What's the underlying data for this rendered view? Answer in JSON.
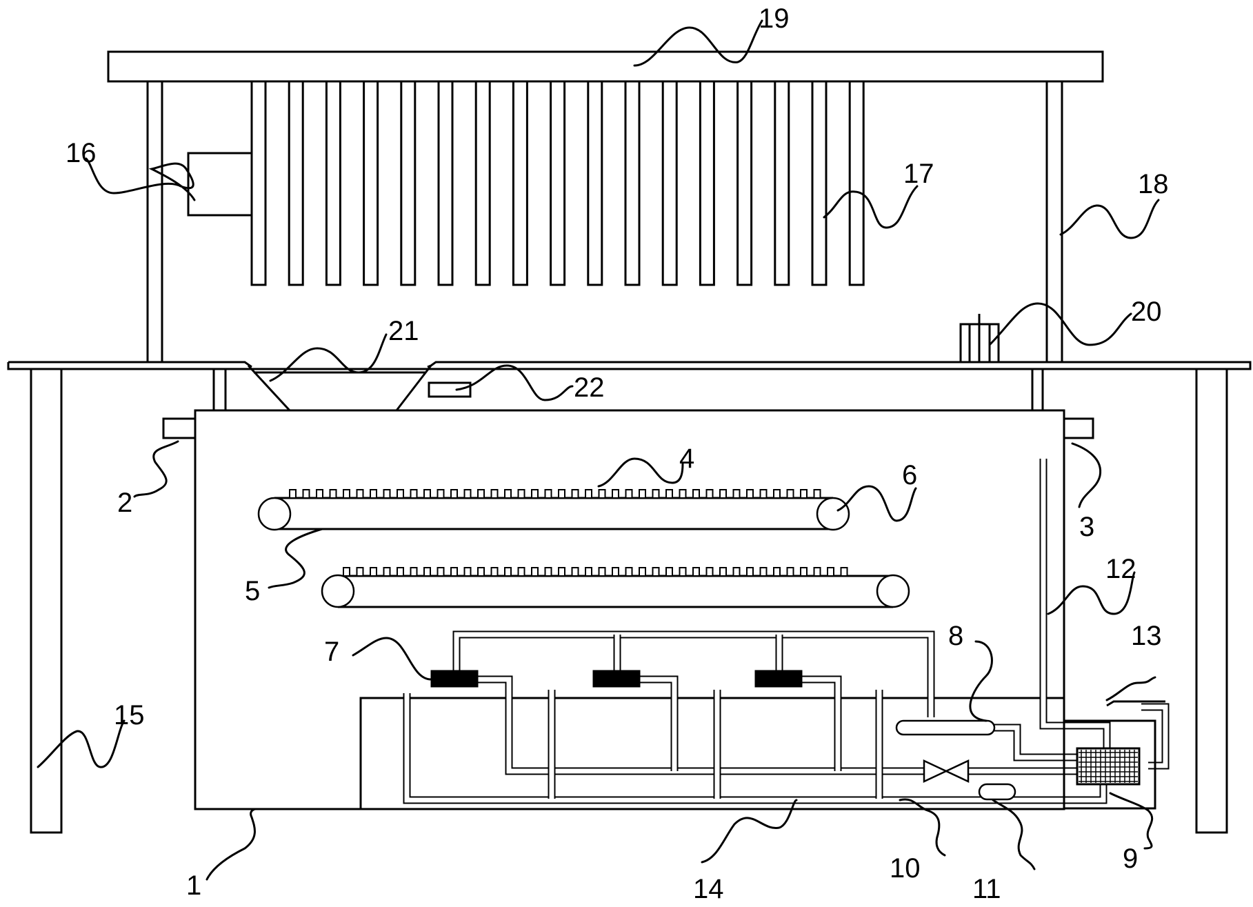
{
  "labels": {
    "l1": "1",
    "l2": "2",
    "l3": "3",
    "l4": "4",
    "l5": "5",
    "l6": "6",
    "l7": "7",
    "l8": "8",
    "l9": "9",
    "l10": "10",
    "l11": "11",
    "l12": "12",
    "l13": "13",
    "l14": "14",
    "l15": "15",
    "l16": "16",
    "l17": "17",
    "l18": "18",
    "l19": "19",
    "l20": "20",
    "l21": "21",
    "l22": "22"
  },
  "colors": {
    "line": "#000000",
    "background": "#ffffff"
  }
}
